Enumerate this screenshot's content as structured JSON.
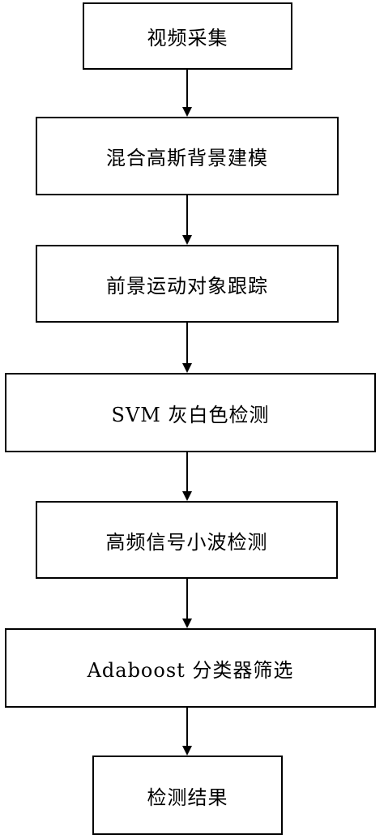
{
  "flowchart": {
    "steps": [
      "视频采集",
      "混合高斯背景建模",
      "前景运动对象跟踪",
      "SVM 灰白色检测",
      "高频信号小波检测",
      "Adaboost 分类器筛选",
      "检测结果"
    ]
  }
}
